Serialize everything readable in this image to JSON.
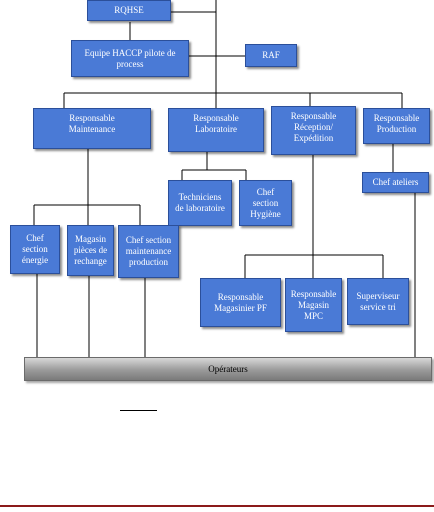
{
  "boxes": {
    "rqhse": "RQHSE",
    "haccp": "Equipe HACCP pilote de process",
    "raf": "RAF",
    "resp_maintenance": "Responsable Maintenance",
    "resp_laboratoire": "Responsable Laboratoire",
    "resp_reception": "Responsable Réception/ Expédition",
    "resp_production": "Responsable Production",
    "techniciens": "Techniciens de laboratoire",
    "chef_hygiene": "Chef section Hygiène",
    "chef_ateliers": "Chef ateliers",
    "chef_energie": "Chef section énergie",
    "magasin_pieces": "Magasin pièces de rechange",
    "chef_maint_prod": "Chef section maintenance production",
    "resp_magasinier": "Responsable Magasinier PF",
    "resp_magasin_mpc": "Responsable Magasin MPC",
    "superviseur": "Superviseur service tri",
    "operateurs": "Opérateurs"
  },
  "colors": {
    "box_fill": "#4a7ad6",
    "box_border": "#2b4f9a",
    "operators_bar": "#9a9a9a",
    "footer_rule": "#8b1a1a"
  }
}
